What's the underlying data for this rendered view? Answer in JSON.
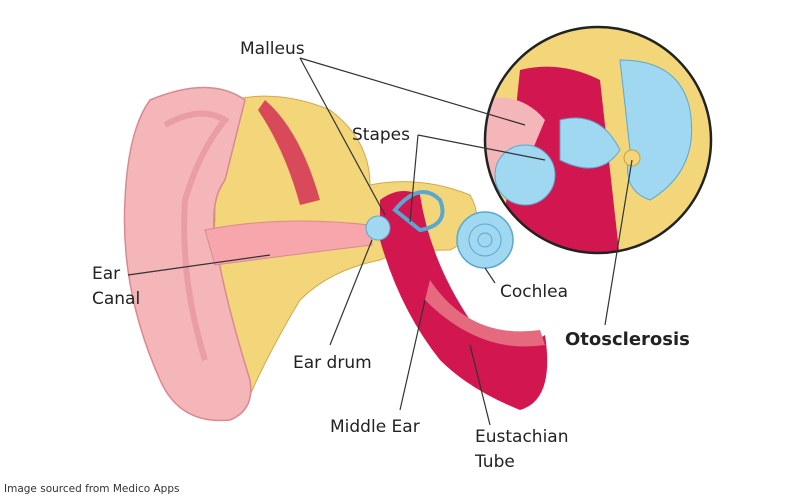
{
  "labels": {
    "malleus": "Malleus",
    "stapes": "Stapes",
    "ear_canal_1": "Ear",
    "ear_canal_2": "Canal",
    "cochlea": "Cochlea",
    "otosclerosis": "Otosclerosis",
    "ear_drum": "Ear drum",
    "middle_ear": "Middle Ear",
    "eustachian_1": "Eustachian",
    "eustachian_2": "Tube"
  },
  "caption": "Image sourced from Medico Apps",
  "colors": {
    "skin": "#f4b6b8",
    "fat": "#f3d67a",
    "red": "#d2164f",
    "blue": "#9fd8f0"
  }
}
